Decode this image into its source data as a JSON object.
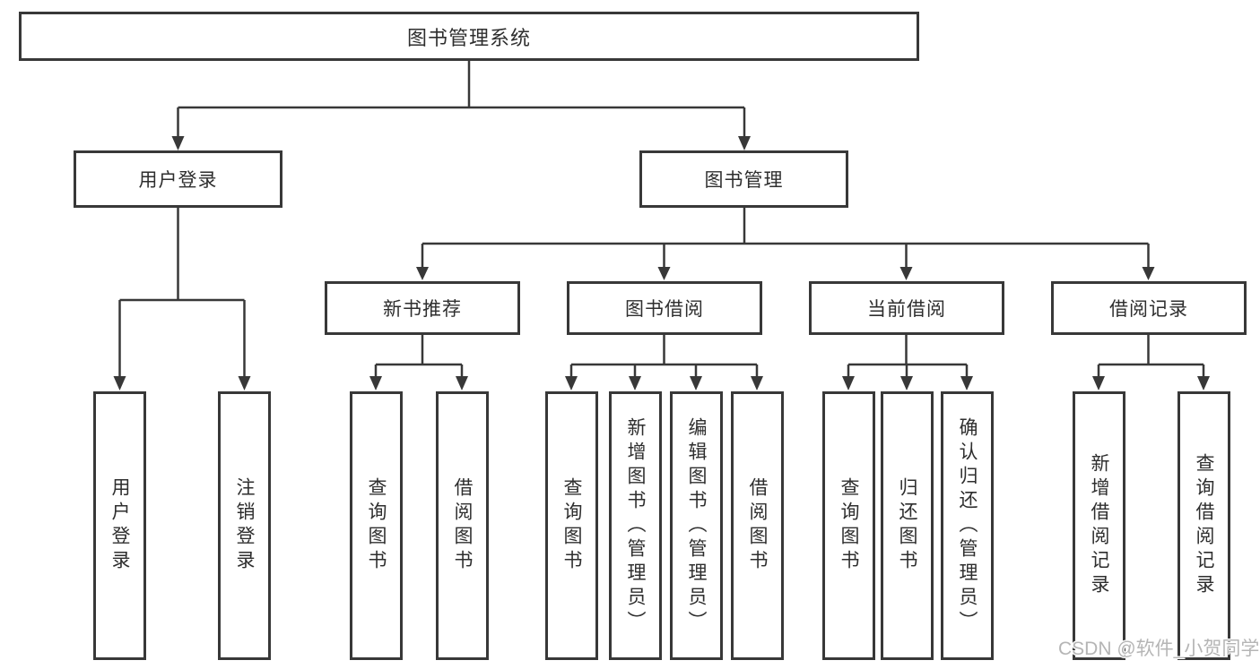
{
  "root": {
    "label": "图书管理系统"
  },
  "login": {
    "label": "用户登录",
    "children": [
      {
        "label": "用户登录"
      },
      {
        "label": "注销登录"
      }
    ]
  },
  "mgmt": {
    "label": "图书管理",
    "sections": [
      {
        "label": "新书推荐",
        "children": [
          {
            "label": "查询图书"
          },
          {
            "label": "借阅图书"
          }
        ]
      },
      {
        "label": "图书借阅",
        "children": [
          {
            "label": "查询图书"
          },
          {
            "label": "新增图书（管理员）"
          },
          {
            "label": "编辑图书（管理员）"
          },
          {
            "label": "借阅图书"
          }
        ]
      },
      {
        "label": "当前借阅",
        "children": [
          {
            "label": "查询图书"
          },
          {
            "label": "归还图书"
          },
          {
            "label": "确认归还（管理员）"
          }
        ]
      },
      {
        "label": "借阅记录",
        "children": [
          {
            "label": "新增借阅记录"
          },
          {
            "label": "查询借阅记录"
          }
        ]
      }
    ]
  },
  "watermark": {
    "text": "CSDN @软件_小贺同学"
  },
  "colors": {
    "line": "#383838",
    "text": "#2e2e2e",
    "watermark": "#b5b5b5",
    "background": "#ffffff"
  }
}
